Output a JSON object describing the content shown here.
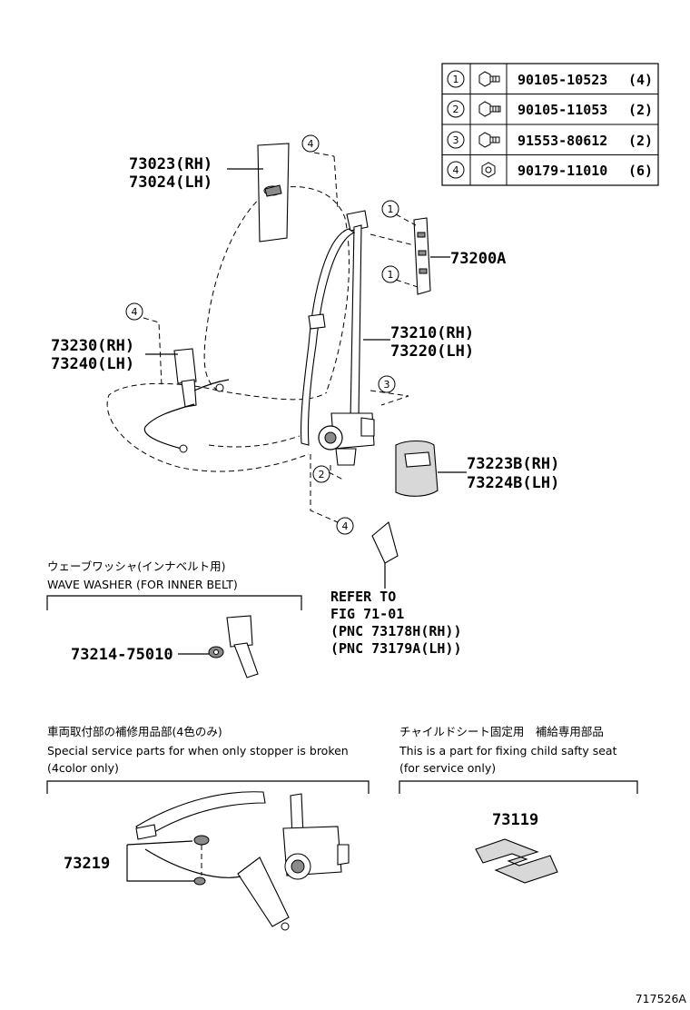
{
  "fastener_table": [
    {
      "index": "1",
      "icon": "bolt-flange-icon",
      "part_number": "90105-10523",
      "qty": "(4)"
    },
    {
      "index": "2",
      "icon": "bolt-flange-icon",
      "part_number": "90105-11053",
      "qty": "(2)"
    },
    {
      "index": "3",
      "icon": "bolt-flange-icon",
      "part_number": "91553-80612",
      "qty": "(2)"
    },
    {
      "index": "4",
      "icon": "nut-icon",
      "part_number": "90179-11010",
      "qty": "(6)"
    }
  ],
  "callouts": {
    "p73023": "73023(RH)",
    "p73024": "73024(LH)",
    "p73200A": "73200A",
    "p73230": "73230(RH)",
    "p73240": "73240(LH)",
    "p73210": "73210(RH)",
    "p73220": "73220(LH)",
    "p73223B": "73223B(RH)",
    "p73224B": "73224B(LH)",
    "p73214": "73214-75010",
    "p73219": "73219",
    "p73119": "73119",
    "refer_lines": [
      "REFER TO",
      "FIG 71-01",
      "(PNC 73178H(RH))",
      "(PNC 73179A(LH))"
    ]
  },
  "circle_labels": {
    "c1a": "1",
    "c1b": "1",
    "c2": "2",
    "c3": "3",
    "c4a": "4",
    "c4b": "4",
    "c4c": "4"
  },
  "notes": {
    "wave_washer_jp": "ウェーブワッシャ(インナベルト用)",
    "wave_washer_en": "WAVE WASHER (FOR INNER BELT)",
    "service_jp": "車両取付部の補修用品部(4色のみ)",
    "service_en_1": "Special service parts for when only stopper is broken",
    "service_en_2": "(4color only)",
    "child_jp": "チャイルドシート固定用　補給専用部品",
    "child_en_1": "This is a part for fixing child safty seat",
    "child_en_2": "(for service only)"
  },
  "figure_id": "717526A"
}
